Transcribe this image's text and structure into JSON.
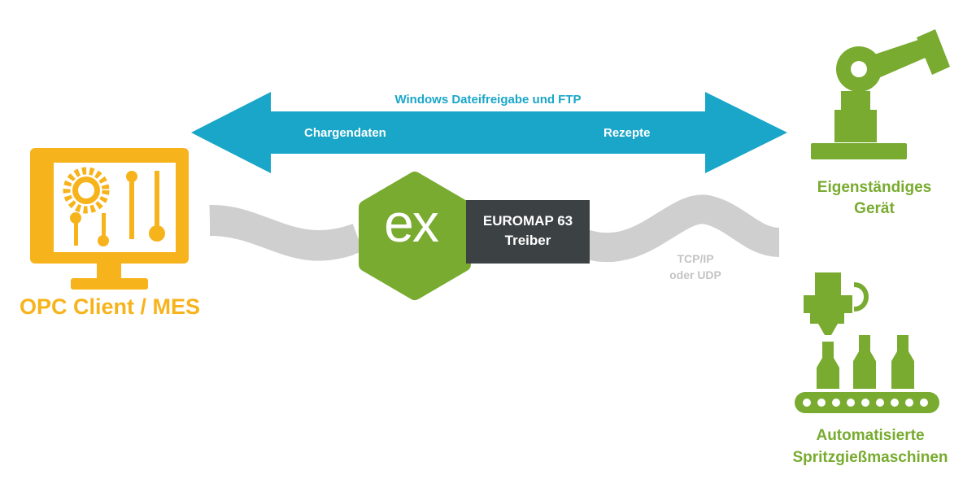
{
  "arrow": {
    "title": "Windows Dateifreigabe und FTP",
    "left_label": "Chargendaten",
    "right_label": "Rezepte"
  },
  "opc_client": {
    "label": "OPC Client / MES"
  },
  "driver": {
    "logo_text": "ex",
    "label_line1": "EUROMAP 63",
    "label_line2": "Treiber"
  },
  "connection": {
    "line1": "TCP/IP",
    "line2": "oder UDP"
  },
  "device": {
    "line1": "Eigenständiges",
    "line2": "Gerät"
  },
  "machine": {
    "line1": "Automatisierte",
    "line2": "Spritzgießmaschinen"
  },
  "colors": {
    "arrow": "#1aa6c8",
    "opc": "#f7b31b",
    "green": "#78ab2f",
    "driver_box": "#3c4244",
    "wave": "#cfcfcf"
  },
  "icons": [
    "monitor-icon",
    "gear-icon",
    "slider-icon",
    "robot-arm-icon",
    "injection-machine-icon",
    "bottle-icon",
    "conveyor-icon"
  ]
}
